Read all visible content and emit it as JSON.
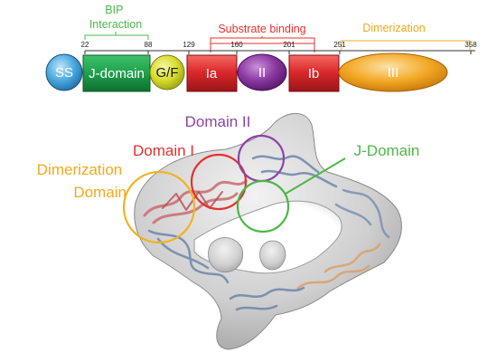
{
  "colors": {
    "bip": "#4cb848",
    "substrate": "#e4312f",
    "dimerization": "#f2a91e",
    "domain_ii": "#8e44a4",
    "ss": "#3b9fd8",
    "jdomain": "#1f9a48",
    "gf": "#d6da2a",
    "ia": "#d8262b",
    "ii": "#7b2d8e",
    "ib": "#d8262b",
    "iii": "#f0a020"
  },
  "regions": {
    "bip": "BIP\nInteraction",
    "substrate": "Substrate binding",
    "dimerization": "Dimerization"
  },
  "ticks": [
    "22",
    "88",
    "129",
    "160",
    "201",
    "251",
    "358"
  ],
  "domains": {
    "ss": "SS",
    "jdomain": "J-domain",
    "gf": "G/F",
    "ia": "Ia",
    "ii": "II",
    "ib": "Ib",
    "iii": "III"
  },
  "callouts": {
    "domain_ii": "Domain II",
    "domain_i": "Domain I",
    "dimerization": "Dimerization\nDomain",
    "jdomain": "J-Domain"
  }
}
